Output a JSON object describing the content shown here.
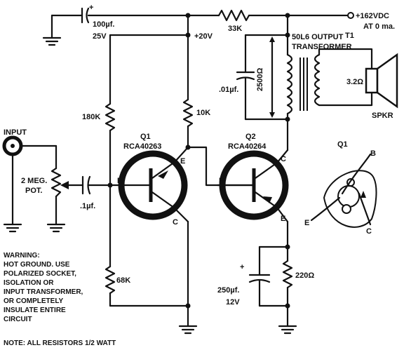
{
  "labels": {
    "cap_plus": "+",
    "cap_input_value": "100µf.",
    "cap_input_voltage": "25V",
    "node_20v": "+20V",
    "res_33k": "33K",
    "supply": "+162VDC",
    "supply_current": "AT 0 ma.",
    "t1": "T1",
    "t1_type": "50L6 OUTPUT",
    "t1_type2": "TRANSFORMER",
    "t1_primary": "2500Ω",
    "cap_01": ".01µf.",
    "speaker_imp": "3.2Ω",
    "speaker": "SPKR",
    "res_180k": "180K",
    "res_10k": "10K",
    "q1": "Q1",
    "q1_type": "RCA40263",
    "q2": "Q2",
    "q2_type": "RCA40264",
    "input": "INPUT",
    "pot": "2 MEG.",
    "pot2": "POT.",
    "cap_1uf": ".1µf.",
    "base": "B",
    "emitter": "E",
    "collector": "C",
    "res_68k": "68K",
    "res_220": "220Ω",
    "cap_250": "250µf.",
    "cap_250_v": "12V",
    "pin_q1": "Q1",
    "pin_b": "B",
    "pin_e": "E",
    "pin_c": "C",
    "warning": [
      "WARNING:",
      "HOT GROUND. USE",
      "POLARIZED SOCKET,",
      "ISOLATION OR",
      "INPUT TRANSFORMER,",
      "OR COMPLETELY",
      "INSULATE ENTIRE",
      "CIRCUIT"
    ],
    "note": "NOTE: ALL RESISTORS 1/2 WATT"
  }
}
